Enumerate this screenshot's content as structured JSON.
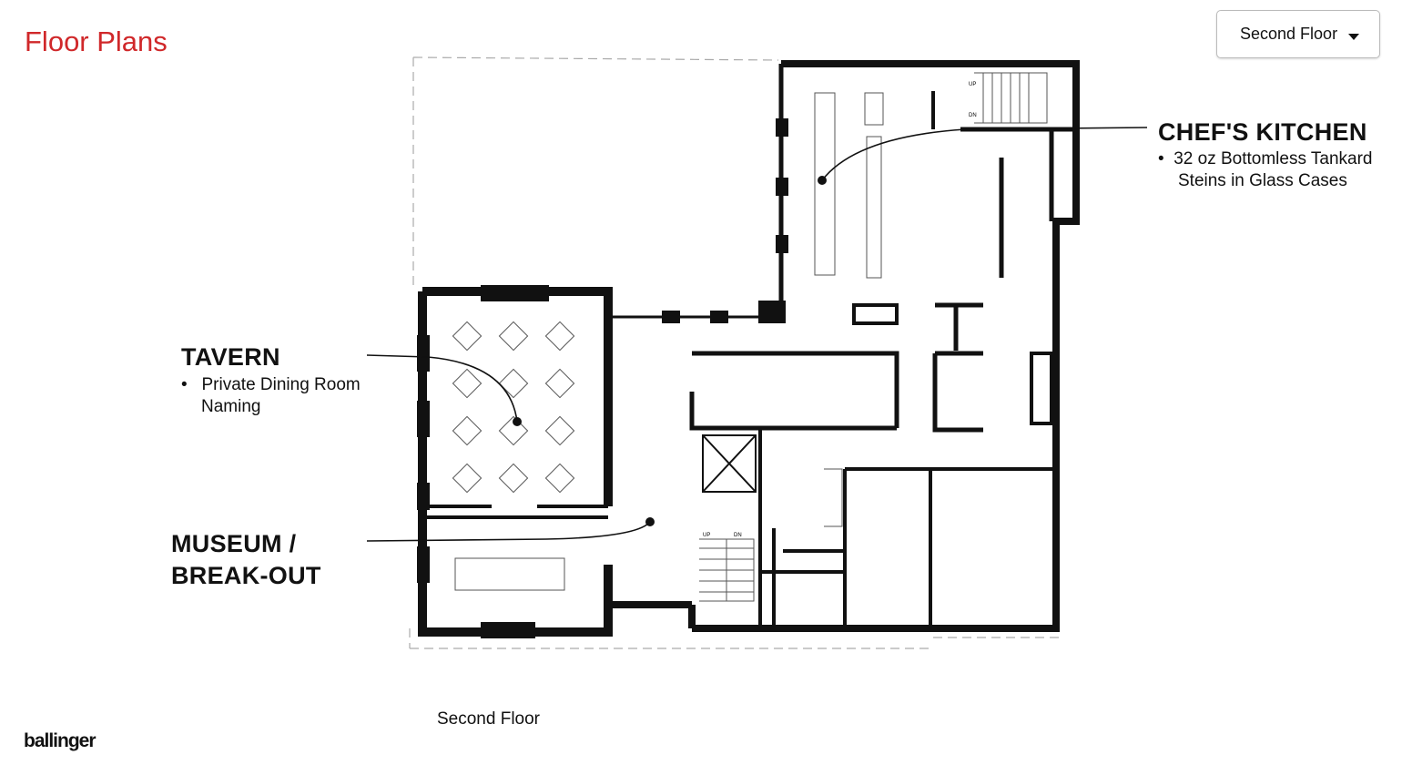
{
  "header": {
    "title": "Floor Plans"
  },
  "floor_selector": {
    "selected": "Second Floor"
  },
  "plan": {
    "caption": "Second Floor",
    "stair_labels": {
      "up": "UP",
      "dn": "DN"
    },
    "callouts": [
      {
        "name": "CHEF'S KITCHEN",
        "bullets": [
          "32 oz Bottomless Tankard",
          "Steins in Glass Cases"
        ]
      },
      {
        "name": "TAVERN",
        "bullets": [
          "Private Dining Room",
          "Naming"
        ]
      },
      {
        "name": "MUSEUM /",
        "name2": "BREAK-OUT",
        "bullets": []
      }
    ]
  },
  "footer": {
    "logo": "ballinger"
  },
  "colors": {
    "title": "#d0282a",
    "wall": "#111111"
  }
}
